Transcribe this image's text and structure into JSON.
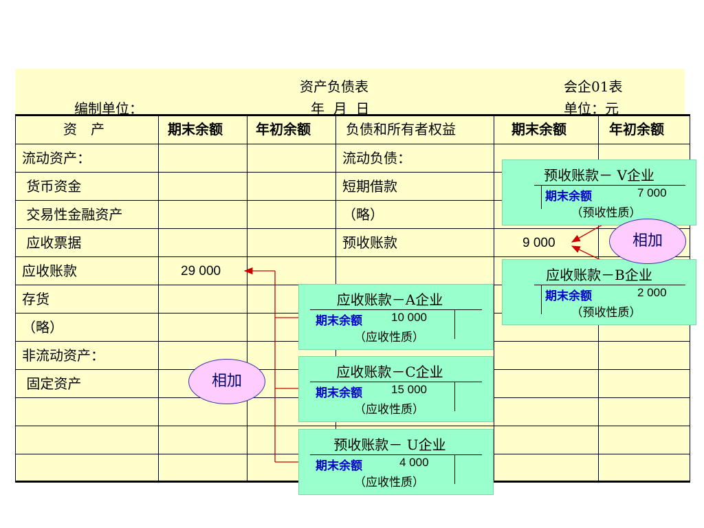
{
  "header": {
    "title": "资产负债表",
    "form_no": "会企01表",
    "compiler_label": "编制单位：",
    "date_label": "年  月  日",
    "unit_label": "单位：元"
  },
  "columns": [
    "资　产",
    "期末余额",
    "年初余额",
    "负债和所有者权益",
    "期末余额",
    "年初余额"
  ],
  "rows": [
    {
      "asset": "流动资产：",
      "asset_end": "",
      "liab": "流动负债：",
      "liab_end": ""
    },
    {
      "asset": " 货币资金",
      "asset_end": "",
      "liab": "短期借款",
      "liab_end": ""
    },
    {
      "asset": " 交易性金融资产",
      "asset_end": "",
      "liab": "（略）",
      "liab_end": ""
    },
    {
      "asset": " 应收票据",
      "asset_end": "",
      "liab": "预收账款",
      "liab_end": "9 000"
    },
    {
      "asset": "应收账款",
      "asset_end": "29 000",
      "liab": "",
      "liab_end": ""
    },
    {
      "asset": "存货",
      "asset_end": "",
      "liab": "",
      "liab_end": ""
    },
    {
      "asset": "（略）",
      "asset_end": "",
      "liab": "",
      "liab_end": ""
    },
    {
      "asset": "非流动资产：",
      "asset_end": "",
      "liab": "",
      "liab_end": ""
    },
    {
      "asset": " 固定资产",
      "asset_end": "",
      "liab": "",
      "liab_end": ""
    },
    {
      "asset": "",
      "asset_end": "",
      "liab": "",
      "liab_end": ""
    },
    {
      "asset": "",
      "asset_end": "",
      "liab": "",
      "liab_end": ""
    },
    {
      "asset": "",
      "asset_end": "",
      "liab": "",
      "liab_end": ""
    }
  ],
  "t_accounts": {
    "v": {
      "title": "预收账款－ V企业",
      "label": "期末余额",
      "value": "7 000",
      "nature": "（预收性质）"
    },
    "b": {
      "title": "应收账款－B企业",
      "label": "期末余额",
      "value": "2 000",
      "nature": "（预收性质）"
    },
    "a": {
      "title": "应收账款－A企业",
      "label": "期末余额",
      "value": "10 000",
      "nature": "（应收性质）"
    },
    "c": {
      "title": "应收账款－C企业",
      "label": "期末余额",
      "value": "15 000",
      "nature": "（应收性质）"
    },
    "u": {
      "title": "预收账款－ U企业",
      "label": "期末余额",
      "value": "4 000",
      "nature": "（应收性质）"
    }
  },
  "callouts": {
    "right": "相加",
    "left": "相加"
  },
  "colors": {
    "background": "#ffffcc",
    "t_account": "#99ffcc",
    "callout": "#ffccff",
    "arrow": "#cc0000",
    "label_blue": "#0000cc"
  }
}
